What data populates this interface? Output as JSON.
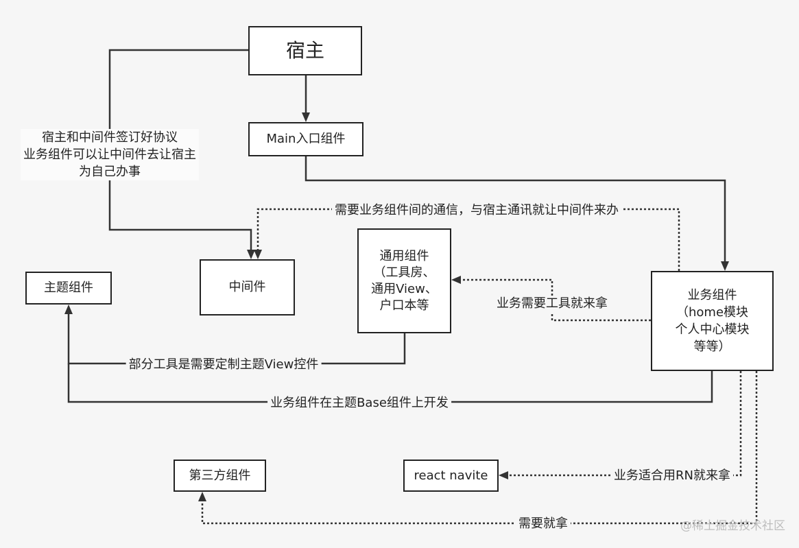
{
  "nodes": {
    "host": {
      "label": "宿主"
    },
    "main_entry": {
      "label": "Main入口组件"
    },
    "middleware": {
      "label": "中间件"
    },
    "common": {
      "lines": [
        "通用组件",
        "（工具房、",
        "通用View、",
        "户口本等"
      ]
    },
    "theme": {
      "label": "主题组件"
    },
    "business": {
      "lines": [
        "业务组件",
        "（home模块",
        "个人中心模块",
        "等等）"
      ]
    },
    "third_party": {
      "label": "第三方组件"
    },
    "react_native": {
      "label": "react navite"
    }
  },
  "edge_labels": {
    "host_to_middleware": [
      "宿主和中间件签订好协议",
      "业务组件可以让中间件去让宿主",
      "为自己办事"
    ],
    "business_to_middleware": "需要业务组件间的通信，与宿主通讯就让中间件来办",
    "business_to_common": "业务需要工具就来拿",
    "common_to_theme": "部分工具是需要定制主题View控件",
    "business_to_theme": "业务组件在主题Base组件上开发",
    "business_to_react_native": "业务适合用RN就来拿",
    "business_to_third_party": "需要就拿"
  },
  "watermark": "@稀土掘金技术社区",
  "colors": {
    "background": "#f6f6f6",
    "line": "#333333",
    "box_border": "#222222",
    "box_fill": "#ffffff"
  }
}
